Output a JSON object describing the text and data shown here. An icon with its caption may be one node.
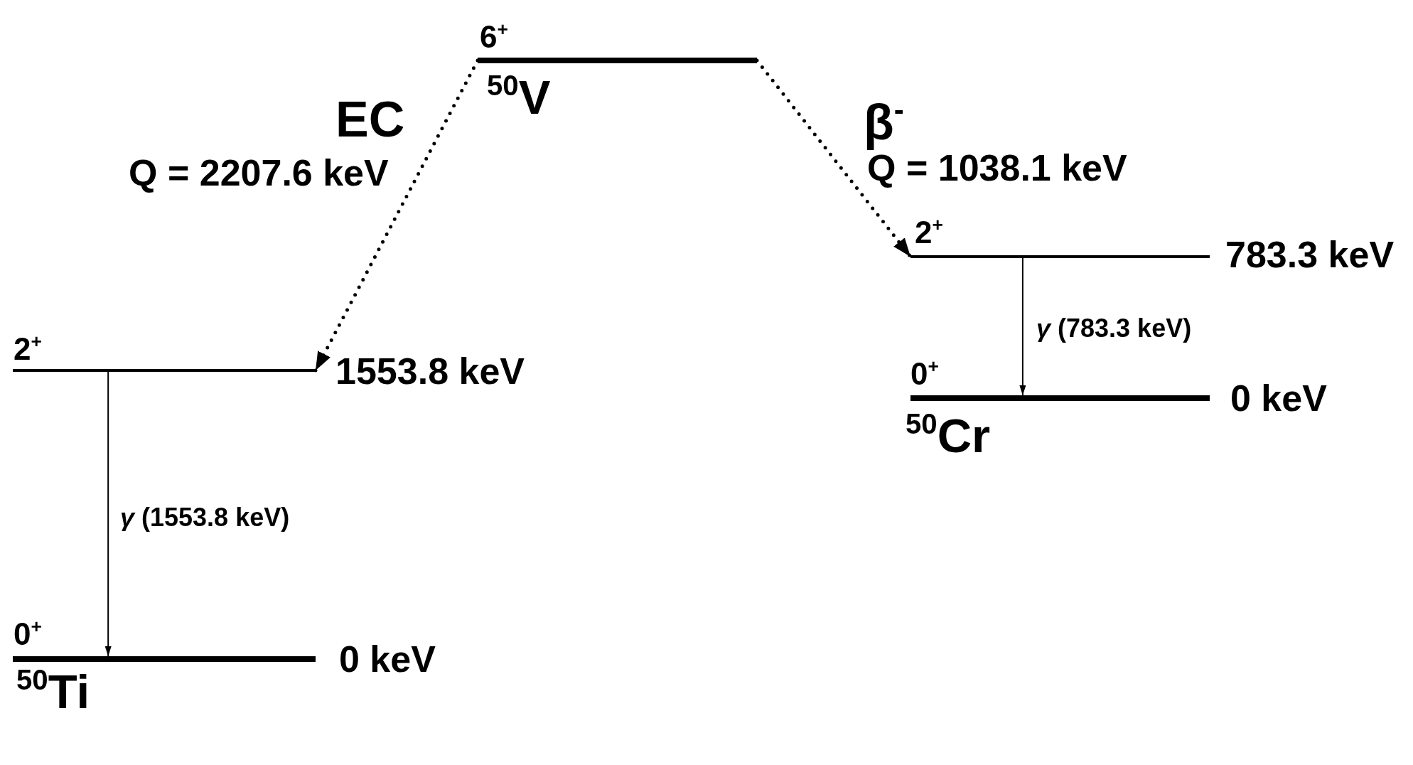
{
  "diagram": {
    "nodes": [
      {
        "text": [
          "6$^{+}$",
          "$^{50}$V"
        ]
      },
      {
        "text": [
          "2$^{+}$"
        ],
        "beside": [
          "783.3 keV"
        ]
      },
      {
        "text": [
          "2$^{+}$"
        ],
        "beside": [
          "1553.8 keV"
        ]
      },
      {
        "text": [
          "0$^{+}$",
          "$^{50}$Cr"
        ],
        "beside": [
          "0 keV"
        ]
      },
      {
        "text": [
          "0$^{+}$",
          "$^{50}$Ti"
        ],
        "beside": [
          "0 keV"
        ]
      }
    ],
    "edges": [
      {
        "from": 0,
        "to": 2,
        "arrow": "to",
        "style": "dashed"
      },
      {
        "from": 0,
        "to": 1,
        "arrow": "to",
        "style": "dashed"
      },
      {
        "from": 1,
        "to": 3,
        "arrow": "to",
        "label": "*γ* (783.3 keV)"
      },
      {
        "from": 2,
        "to": 4,
        "arrow": "to",
        "label": "*γ* (1553.8 keV)"
      }
    ],
    "labels": [
      "EC",
      "β$^{-}$",
      "Q = 2207.6 keV",
      "Q = 1038.1 keV"
    ]
  }
}
